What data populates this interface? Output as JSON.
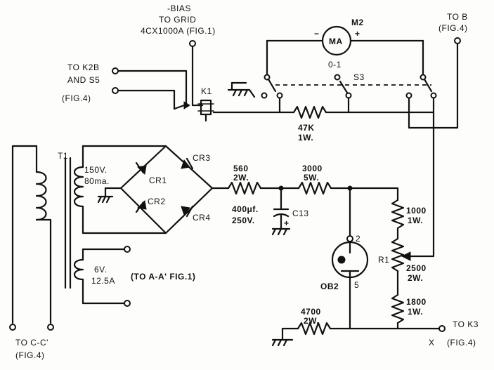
{
  "labels": {
    "bias_line1": "-BIAS",
    "bias_line2": "TO GRID",
    "bias_line3": "4CX1000A (FIG.1)",
    "meter_name": "M2",
    "meter_unit": "MA",
    "meter_range": "0-1",
    "meter_minus": "−",
    "meter_plus": "+",
    "to_b_line1": "TO B",
    "to_b_line2": "(FIG.4)",
    "to_k2b_line1": "TO K2B",
    "to_k2b_line2": "AND S5",
    "to_k2b_line3": "(FIG.4)",
    "relay": "K1",
    "switch": "S3",
    "r47k_value": "47K",
    "r47k_watt": "1W.",
    "transformer": "T1",
    "sec1_volts": "150V.",
    "sec1_current": "80ma.",
    "sec2_volts": "6V.",
    "sec2_current": "12.5A",
    "to_aa": "(TO A-A' FIG.1)",
    "cr1": "CR1",
    "cr2": "CR2",
    "cr3": "CR3",
    "cr4": "CR4",
    "r560_value": "560",
    "r560_watt": "2W.",
    "r3000_value": "3000",
    "r3000_watt": "5W.",
    "cap_value": "400μf.",
    "cap_volt": "250V.",
    "cap_name": "C13",
    "cap_plus": "+",
    "tube_name": "OB2",
    "tube_pin_top": "2",
    "tube_pin_bottom": "5",
    "r1000_value": "1000",
    "r1000_watt": "1W.",
    "pot_name": "R1",
    "r2500_value": "2500",
    "r2500_watt": "2W.",
    "r1800_value": "1800",
    "r1800_watt": "1W.",
    "r4700_value": "4700",
    "r4700_watt": "2W.",
    "to_k3_line1": "TO K3",
    "to_k3_line2": "(FIG.4)",
    "x_label": "X",
    "to_cc_line1": "TO C-C'",
    "to_cc_line2": "(FIG.4)"
  }
}
